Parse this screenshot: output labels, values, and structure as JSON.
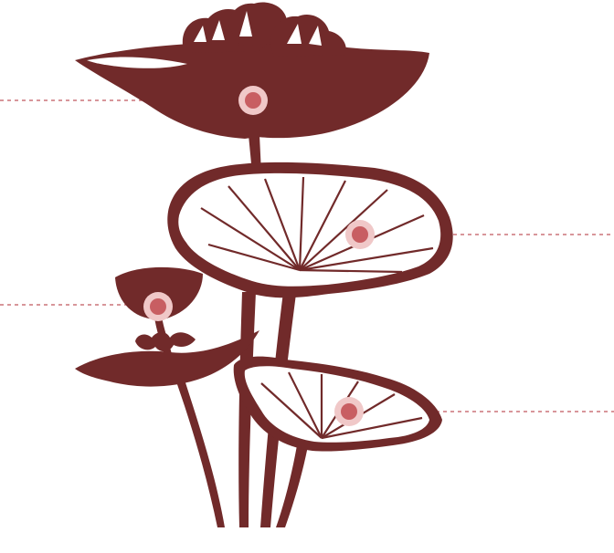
{
  "palette": {
    "plant": "#712a2a",
    "leaf_white": "#ffffff",
    "leader": "#c0585e",
    "hotspot_core": "#c85e62",
    "hotspot_halo": "#f0c8c8"
  },
  "illustration": {
    "subject": "lotus-plant-icon"
  },
  "hotspots": [
    {
      "id": "flower-cap",
      "leader_side": "left"
    },
    {
      "id": "large-leaf",
      "leader_side": "right"
    },
    {
      "id": "bud",
      "leader_side": "left"
    },
    {
      "id": "small-leaf",
      "leader_side": "right"
    }
  ]
}
